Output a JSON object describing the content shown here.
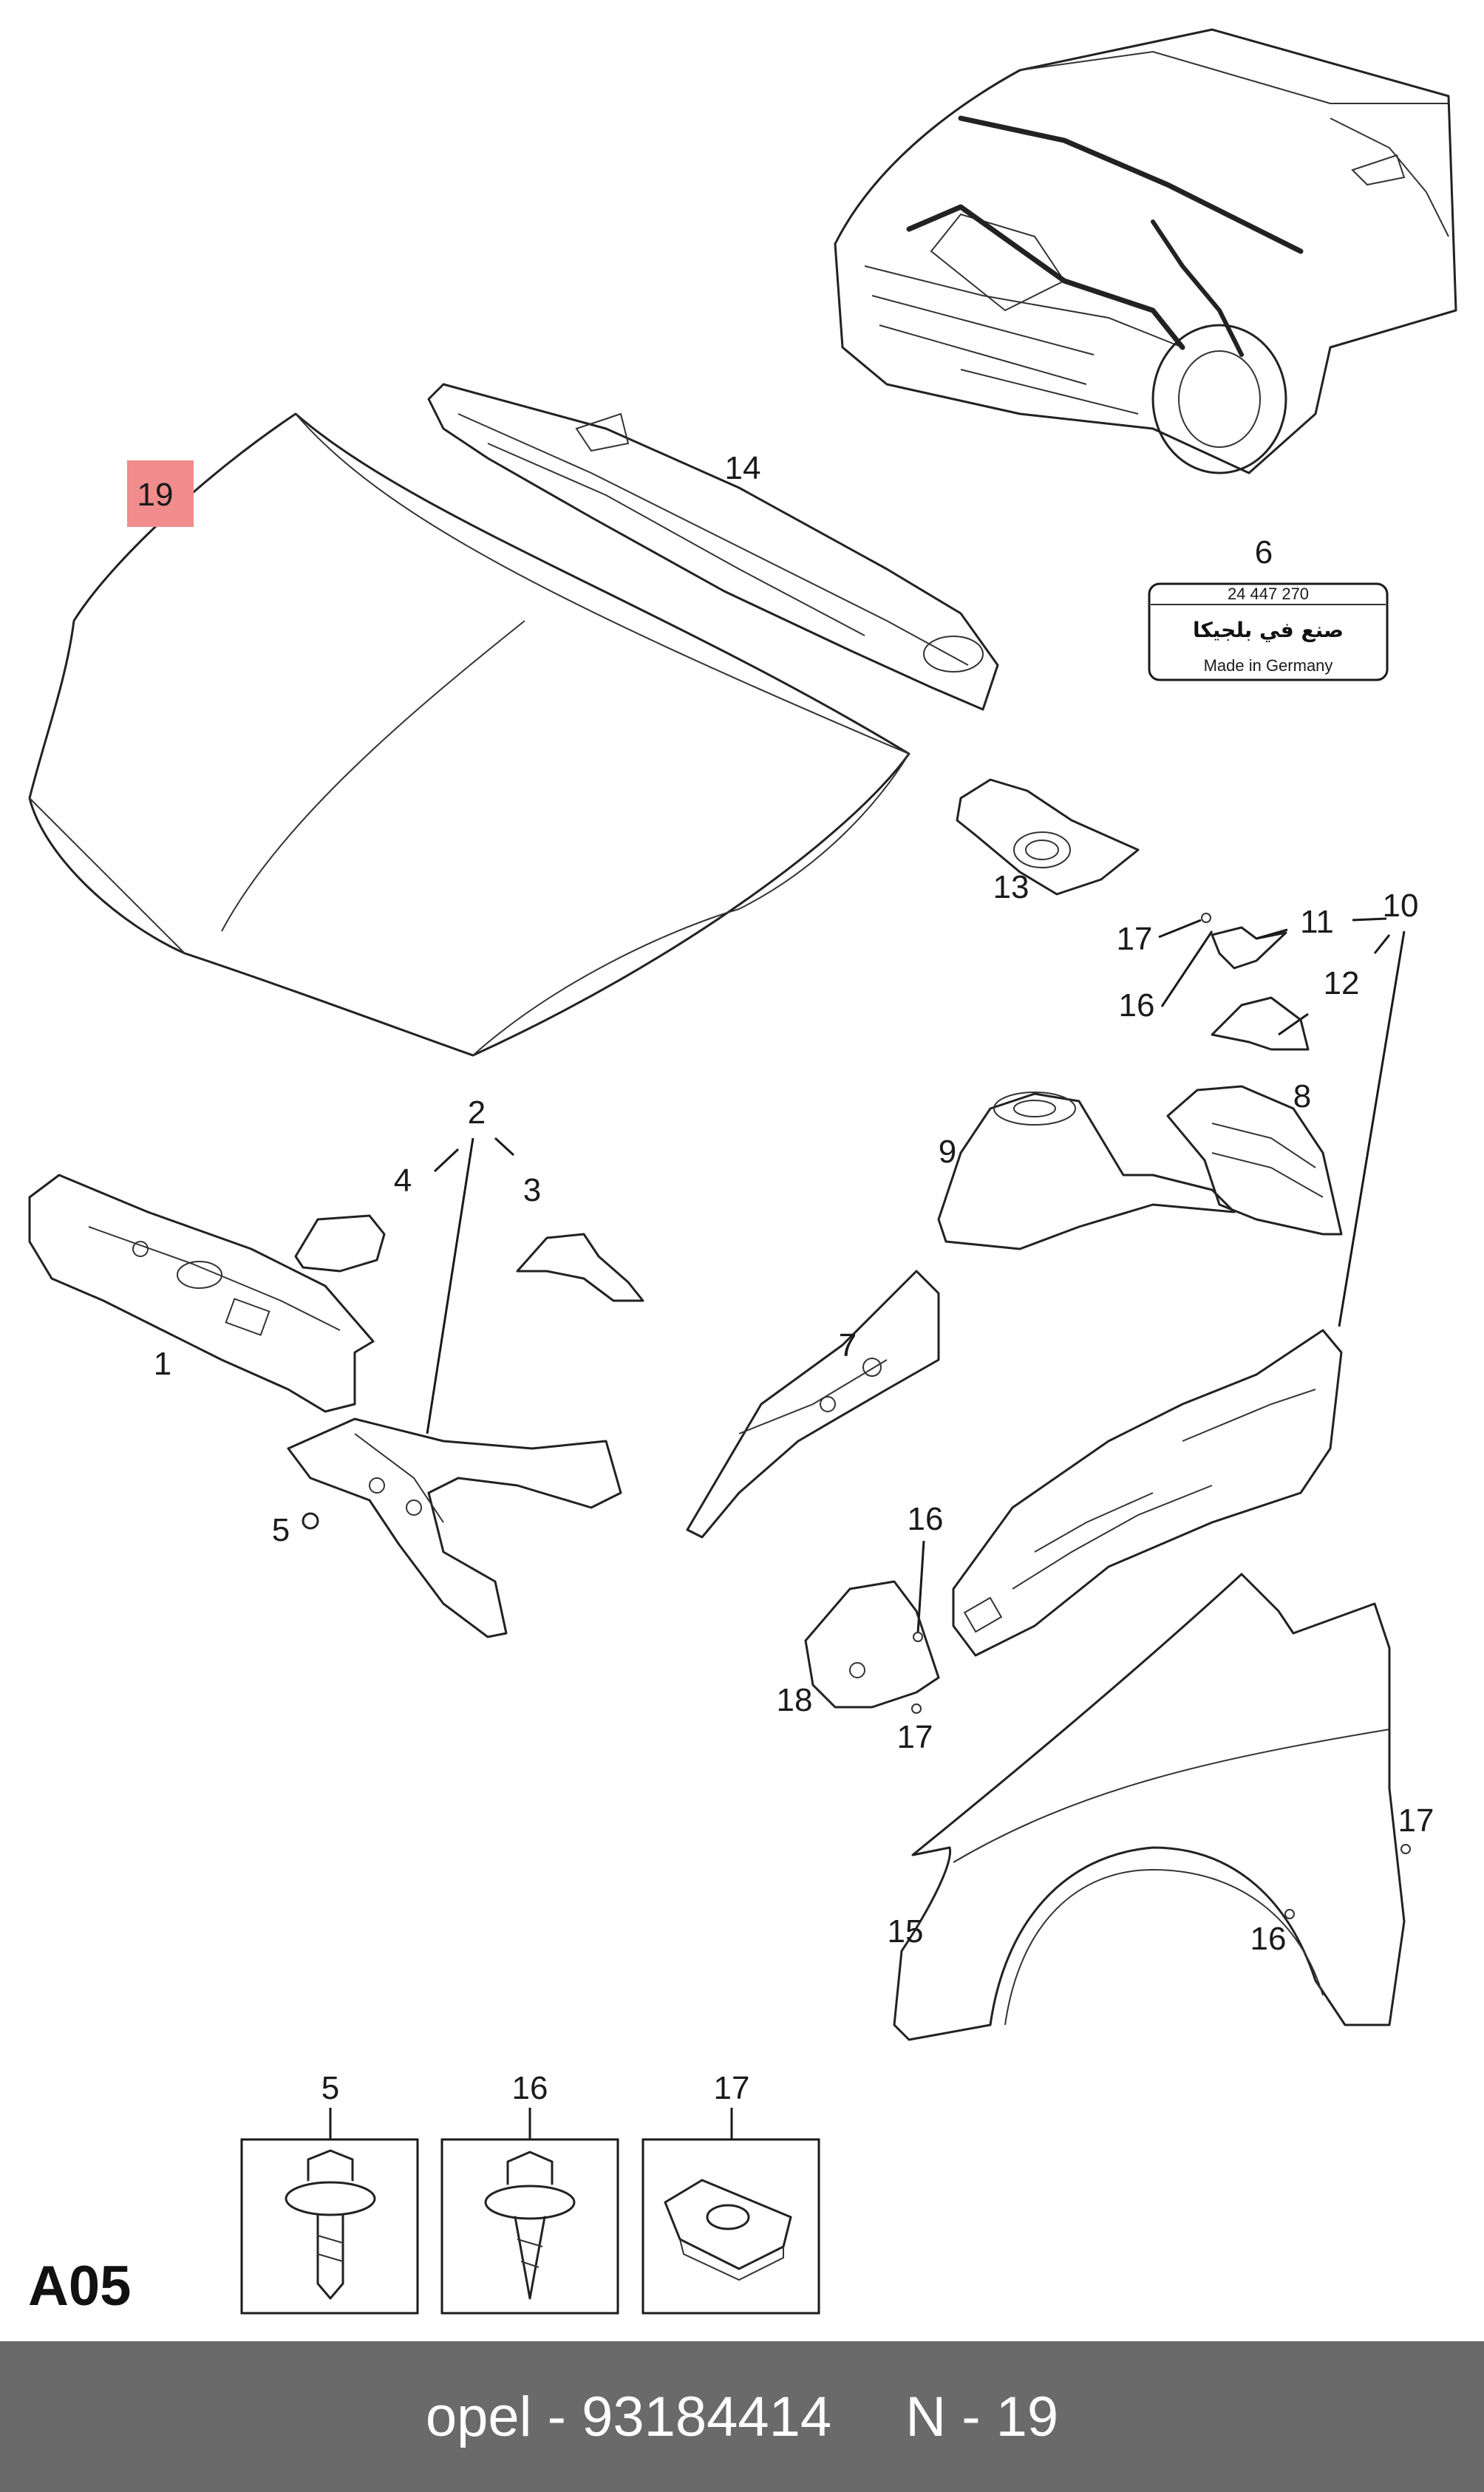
{
  "diagram": {
    "section_code": "A05",
    "callouts": {
      "c1": "1",
      "c2": "2",
      "c3": "3",
      "c4": "4",
      "c5": "5",
      "c6": "6",
      "c7": "7",
      "c8": "8",
      "c9": "9",
      "c10": "10",
      "c11": "11",
      "c12": "12",
      "c13": "13",
      "c14": "14",
      "c15": "15",
      "c16a": "16",
      "c16b": "16",
      "c16c": "16",
      "c17a": "17",
      "c17b": "17",
      "c17c": "17",
      "c18": "18",
      "c19": "19"
    },
    "highlighted_callout": "19",
    "label_plate": {
      "part_number": "24 447 270",
      "arabic_text": "صنع في بلجيكا",
      "origin_text": "Made in Germany"
    },
    "fastener_boxes": [
      {
        "label": "5",
        "icon": "bolt-with-washer-icon"
      },
      {
        "label": "16",
        "icon": "self-tapping-screw-icon"
      },
      {
        "label": "17",
        "icon": "speed-nut-clip-icon"
      }
    ]
  },
  "footer": {
    "brand": "opel",
    "separator": "-",
    "part_number": "93184414",
    "position_label": "N - 19"
  },
  "colors": {
    "highlight": "#f08c8c",
    "footer_bg": "#6a6a6a",
    "line": "#222222"
  }
}
